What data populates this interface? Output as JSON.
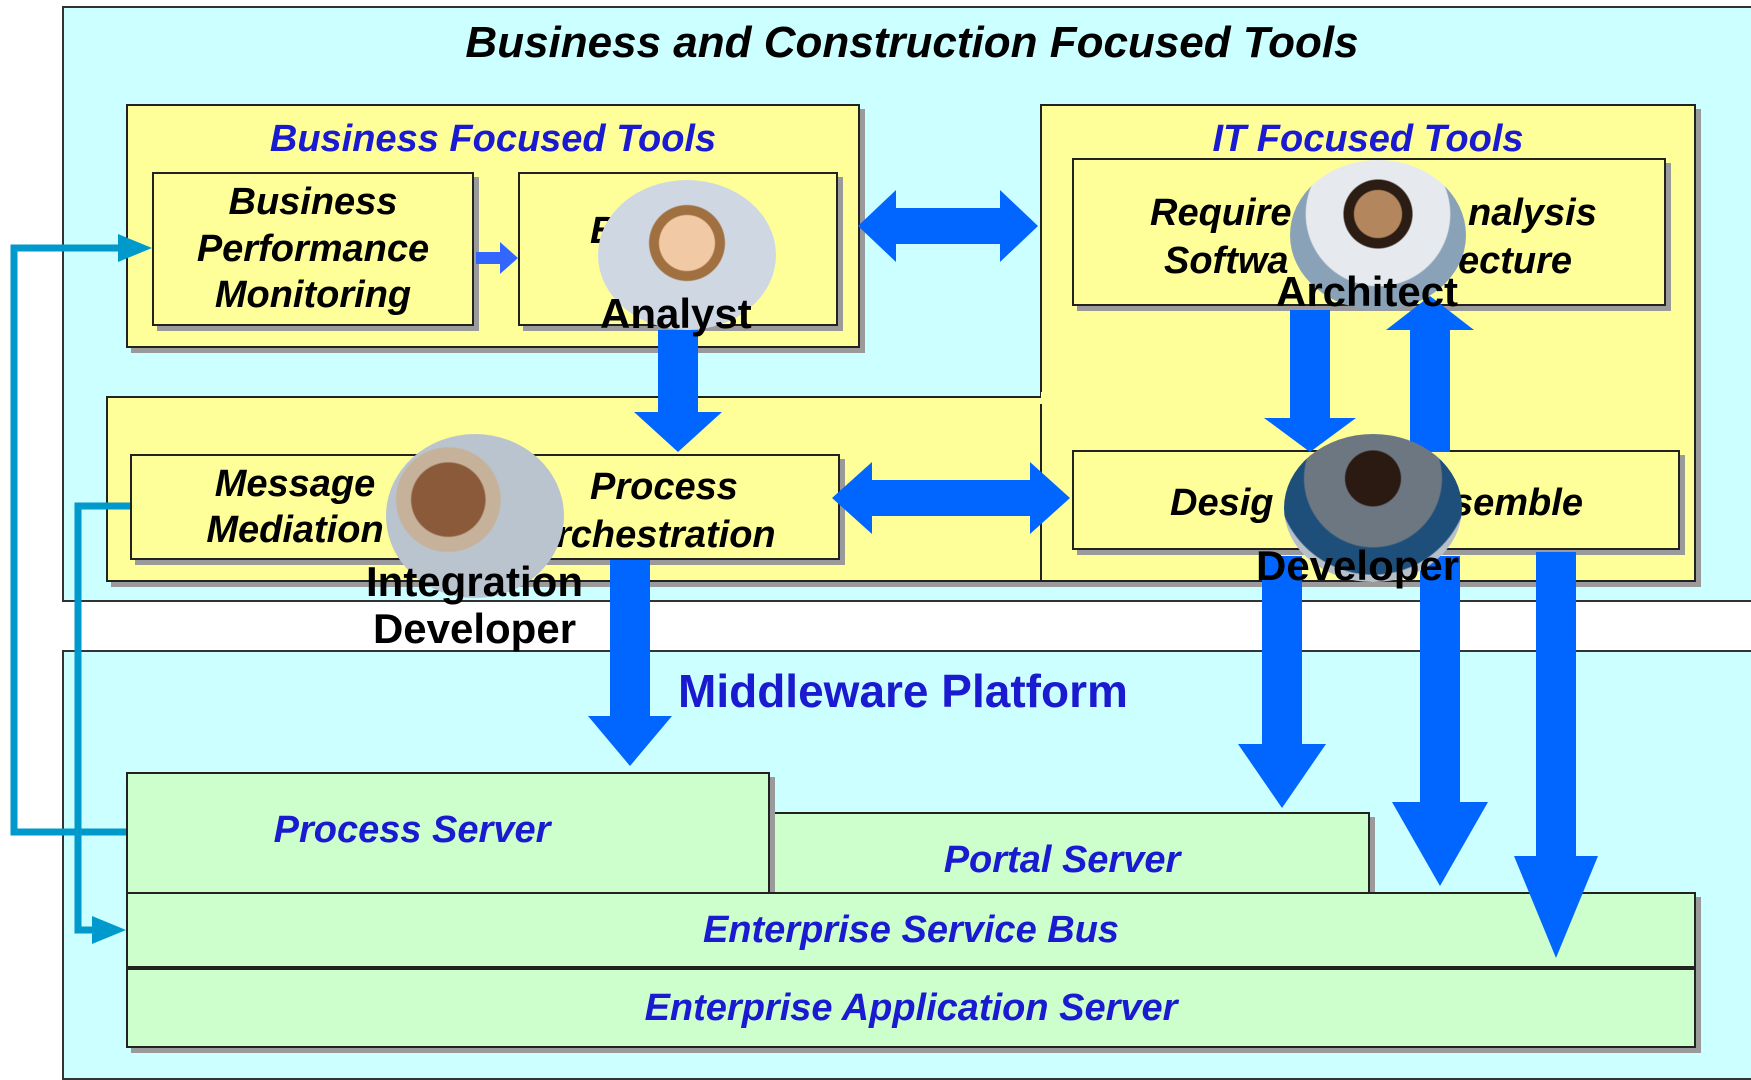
{
  "top_title": "Business and Construction Focused Tools",
  "business_tools": {
    "title": "Business Focused Tools",
    "performance_box": [
      "Business",
      "Performance",
      "Monitoring"
    ],
    "modeling_box": [
      "B",
      "Analyst"
    ]
  },
  "it_tools": {
    "title": "IT Focused Tools",
    "requirements_box": [
      "Require",
      "nalysis",
      "Softwa",
      "ecture"
    ],
    "architect": "Architect"
  },
  "integration": {
    "mediation_box": [
      "Message",
      "Mediation"
    ],
    "orchestration_box": [
      "Process",
      "rchestration"
    ],
    "role": [
      "Integration",
      "Developer"
    ]
  },
  "design": {
    "box_left": "Desig",
    "box_right": "semble",
    "role": "Developer"
  },
  "middleware": {
    "title": "Middleware Platform",
    "process_server": "Process Server",
    "portal_server": "Portal Server",
    "esb": "Enterprise Service Bus",
    "app_server": "Enterprise Application Server"
  },
  "colors": {
    "panel_bg": "#ccffff",
    "tool_bg": "#ffff99",
    "server_bg": "#ccffcc",
    "arrow_blue": "#0066ff",
    "connector_cyan": "#0099cc",
    "label_blue": "#1a1ad0"
  }
}
